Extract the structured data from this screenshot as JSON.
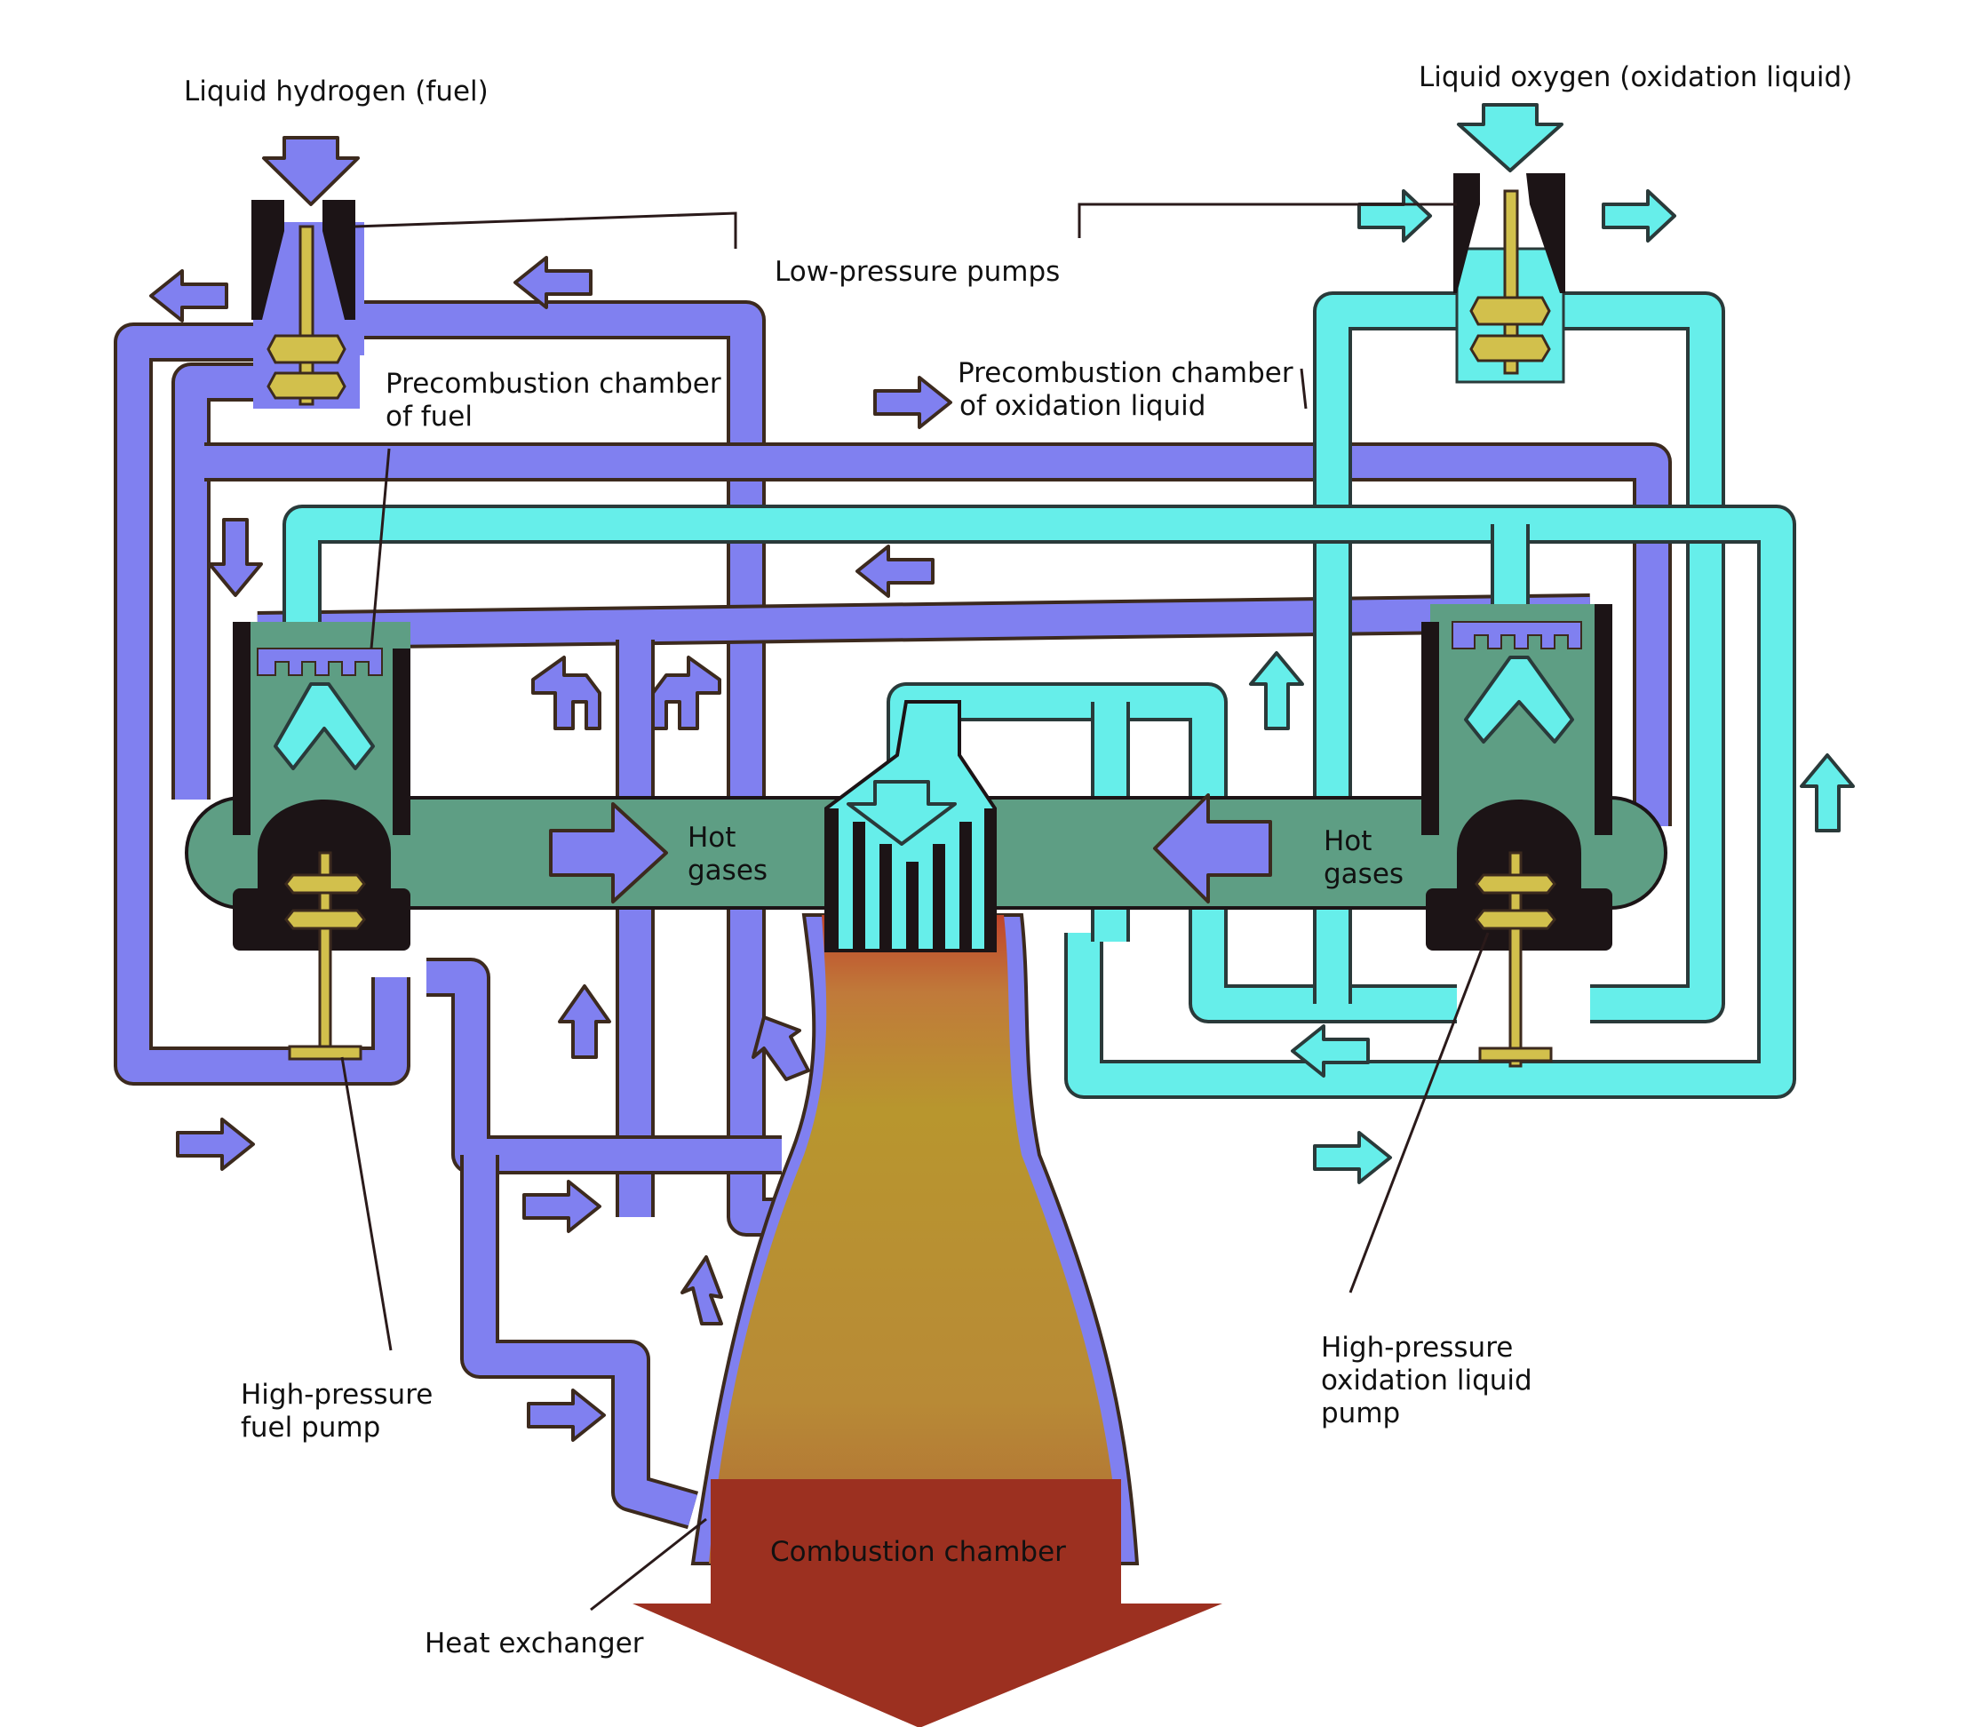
{
  "title": "Staged-combustion rocket engine flow diagram",
  "colors": {
    "fuel": "#8080f0",
    "oxidizer": "#66eeea",
    "hot_gas": "#5e9e84",
    "turbine": "#d2c04c",
    "housing": "#1c1416",
    "nozzle_upper": "#b8962e",
    "combustion": "#9c3020"
  },
  "labels": {
    "liquid_hydrogen": "Liquid hydrogen (fuel)",
    "liquid_oxygen": "Liquid oxygen (oxidation liquid)",
    "low_pressure_pumps": "Low-pressure pumps",
    "precomb_fuel_line1": "Precombustion chamber",
    "precomb_fuel_line2": "of fuel",
    "precomb_ox_line1": "Precombustion  chamber",
    "precomb_ox_line2": "of oxidation liquid",
    "hot_gases_left_line1": "Hot",
    "hot_gases_left_line2": "gases",
    "hot_gases_right_line1": "Hot",
    "hot_gases_right_line2": "gases",
    "hp_fuel_pump_line1": "High-pressure",
    "hp_fuel_pump_line2": "fuel pump",
    "hp_ox_pump_line1": "High-pressure",
    "hp_ox_pump_line2": "oxidation liquid",
    "hp_ox_pump_line3": "pump",
    "combustion_chamber": "Combustion chamber",
    "heat_exchanger": "Heat exchanger"
  }
}
